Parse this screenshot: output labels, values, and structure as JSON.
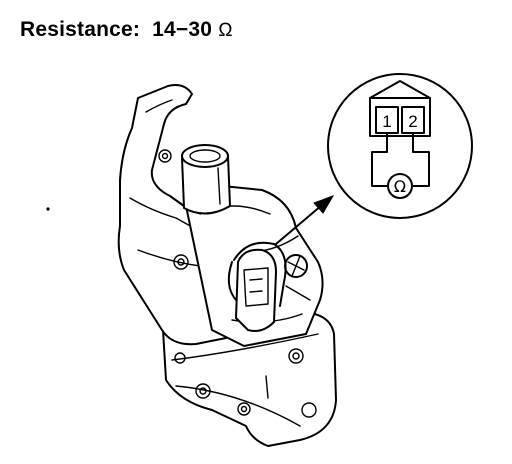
{
  "heading": {
    "label": "Resistance:",
    "value": "14−30",
    "unit": "Ω"
  },
  "detail": {
    "pin_1": "1",
    "pin_2": "2",
    "meter_symbol": "Ω"
  }
}
